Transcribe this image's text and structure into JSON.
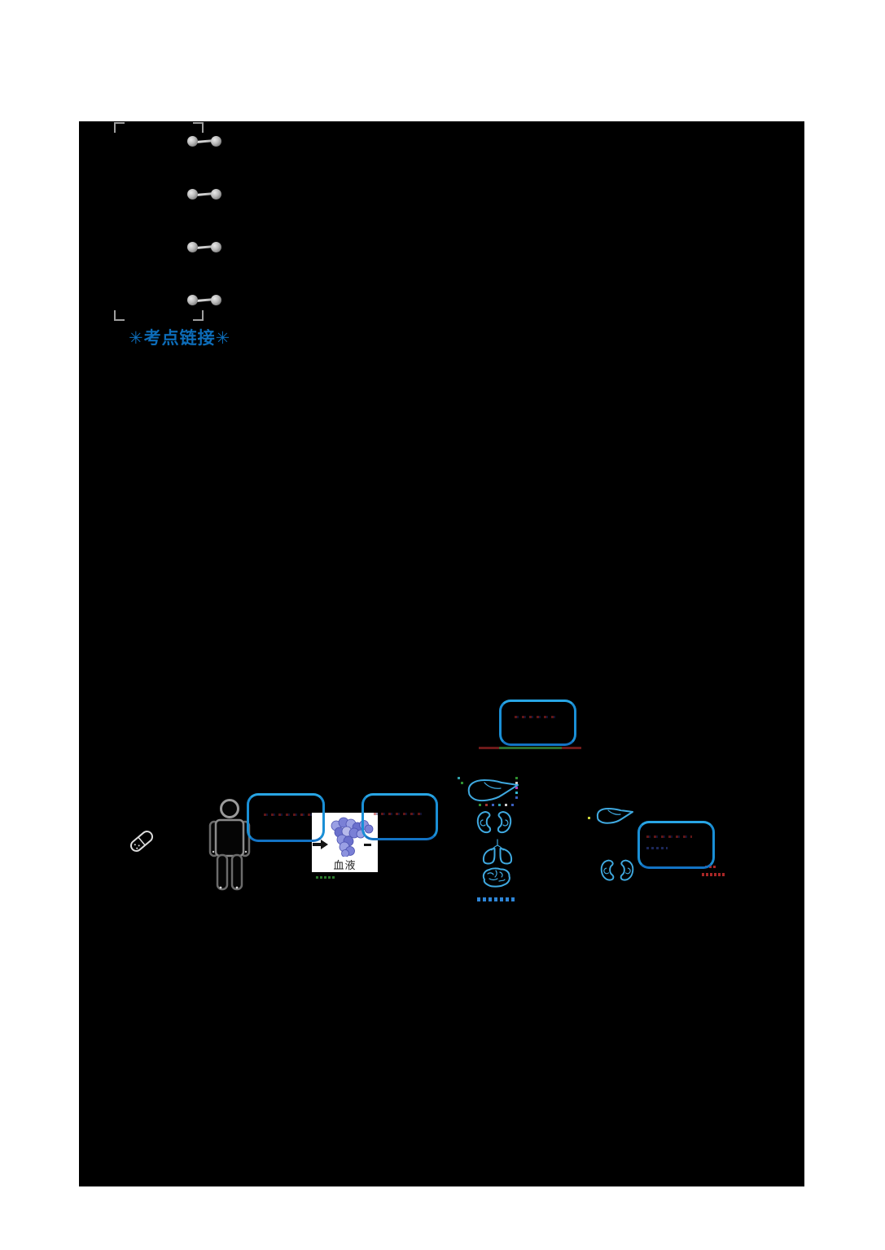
{
  "page": {
    "background": "#000000",
    "margin_background": "#ffffff"
  },
  "heading": {
    "text": "✳考点链接✳",
    "color": "#0d6cb8"
  },
  "binder": {
    "ring_count": 4
  },
  "diagram": {
    "capsule_icon": "capsule-pill",
    "person_icon": "human-figure",
    "flow_boxes": [
      {
        "id": "top",
        "label": ""
      },
      {
        "id": "left",
        "label": ""
      },
      {
        "id": "middle",
        "label": ""
      },
      {
        "id": "right",
        "label": ""
      }
    ],
    "blood_image": {
      "label": "血液",
      "background": "#ffffff"
    },
    "organ_icons": [
      {
        "name": "liver"
      },
      {
        "name": "kidneys"
      },
      {
        "name": "lungs"
      },
      {
        "name": "brain"
      },
      {
        "name": "liver-small"
      },
      {
        "name": "kidneys-small"
      }
    ],
    "colors": {
      "flow_box_border": "#1a8fd6",
      "organ_icon_blue": "#3fa9e0",
      "underline_green": "#2d6e2d",
      "remnant_red": "#a22828",
      "caption_dot_blue": "#2e86d8",
      "molecule_purple": "#7a80d6"
    }
  }
}
